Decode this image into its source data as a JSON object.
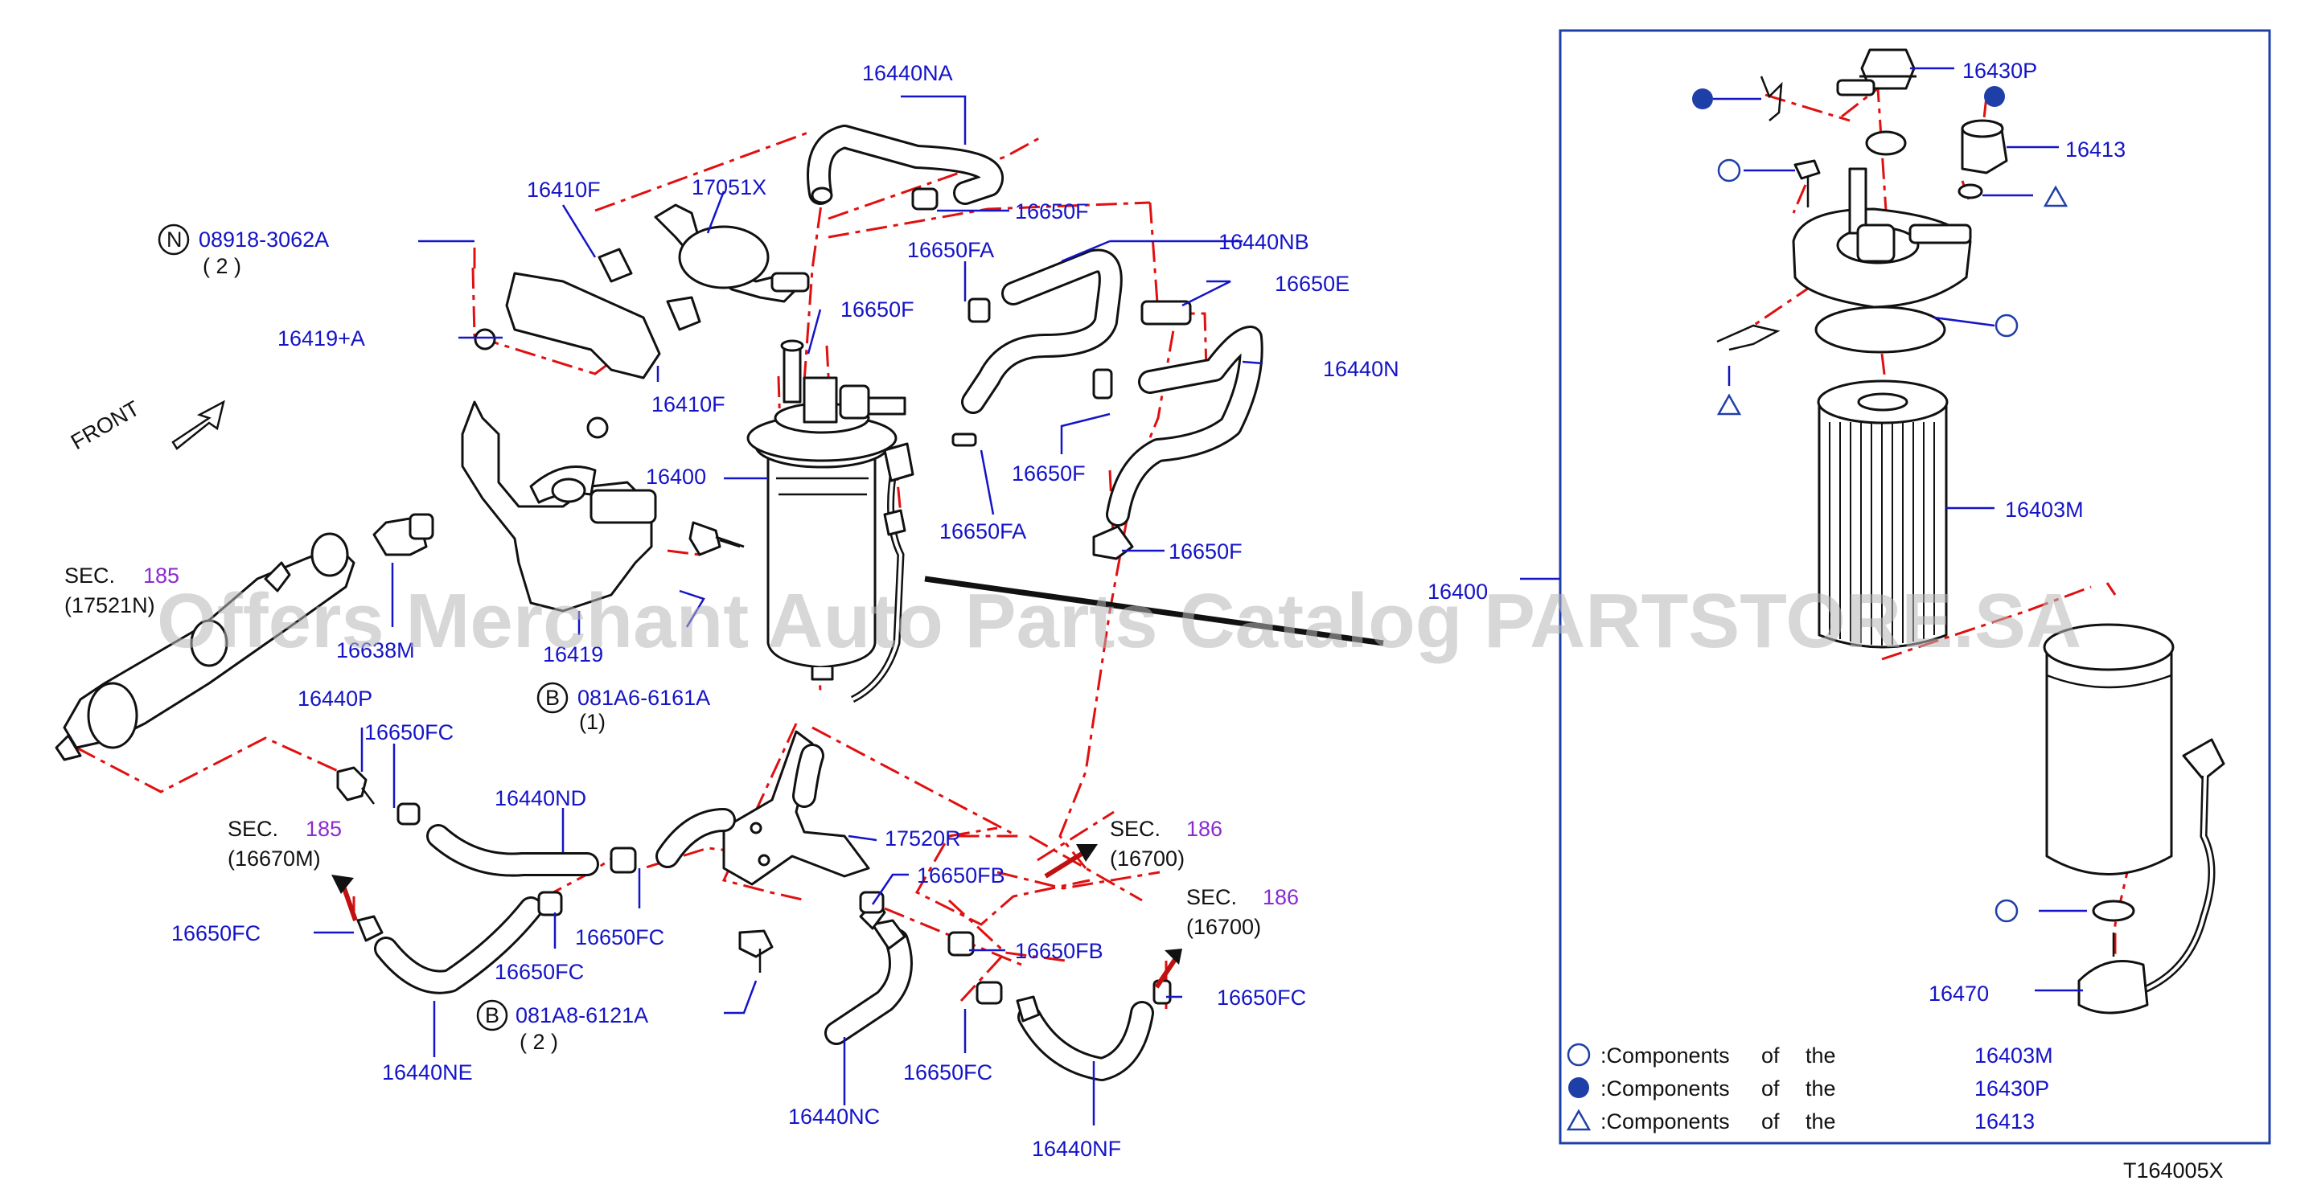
{
  "diagram": {
    "code": "T164005X",
    "watermark": "Offers Merchant Auto Parts Catalog PARTSTORE.SA",
    "front_label": "FRONT",
    "colors": {
      "label": "#1414c8",
      "section_ref": "#8a2bd0",
      "chain_line": "#e01010",
      "frame": "#1f3fa8",
      "filled_marker": "#1f3fa8"
    },
    "parts": {
      "p16440NA": "16440NA",
      "p16410F_top": "16410F",
      "p17051X": "17051X",
      "p16650F_top": "16650F",
      "p08918": "08918-3062A",
      "p08918_qty": "( 2 )",
      "p16650FA_top": "16650FA",
      "p16440NB": "16440NB",
      "p16650F_mid": "16650F",
      "p16650E": "16650E",
      "p16419A": "16419+A",
      "p16410F_bot": "16410F",
      "p16440N": "16440N",
      "p16400": "16400",
      "p16650F_r": "16650F",
      "p16650FA_mid": "16650FA",
      "p16650F_low": "16650F",
      "p16638M": "16638M",
      "p16419": "16419",
      "p081A6": "081A6-6161A",
      "p081A6_qty": "(1)",
      "p16440P": "16440P",
      "p16650FC_a": "16650FC",
      "p16440ND": "16440ND",
      "p17520R": "17520R",
      "p16650FB_a": "16650FB",
      "p16650FC_b": "16650FC",
      "p16650FC_c": "16650FC",
      "p16650FC_d": "16650FC",
      "p16650FB_b": "16650FB",
      "p081A8": "081A8-6121A",
      "p081A8_qty": "( 2 )",
      "p16650FC_e": "16650FC",
      "p16650FC_f": "16650FC",
      "p16440NE": "16440NE",
      "p16440NC": "16440NC",
      "p16440NF": "16440NF",
      "p16400_detail": "16400",
      "p16430P": "16430P",
      "p16413": "16413",
      "p16403M": "16403M",
      "p16470": "16470"
    },
    "markers": {
      "N": "N",
      "B1": "B",
      "B2": "B"
    },
    "sections": [
      {
        "sec": "SEC.",
        "num": "185",
        "ref": "(17521N)"
      },
      {
        "sec": "SEC.",
        "num": "185",
        "ref": "(16670M)"
      },
      {
        "sec": "SEC.",
        "num": "186",
        "ref": "(16700)"
      },
      {
        "sec": "SEC.",
        "num": "186",
        "ref": "(16700)"
      }
    ],
    "legend": [
      {
        "symbol": "open-circle",
        "text": ":Components",
        "of": "of",
        "the": "the",
        "part": "16403M"
      },
      {
        "symbol": "filled-circle",
        "text": ":Components",
        "of": "of",
        "the": "the",
        "part": "16430P"
      },
      {
        "symbol": "open-triangle",
        "text": ":Components",
        "of": "of",
        "the": "the",
        "part": "16413"
      }
    ]
  }
}
